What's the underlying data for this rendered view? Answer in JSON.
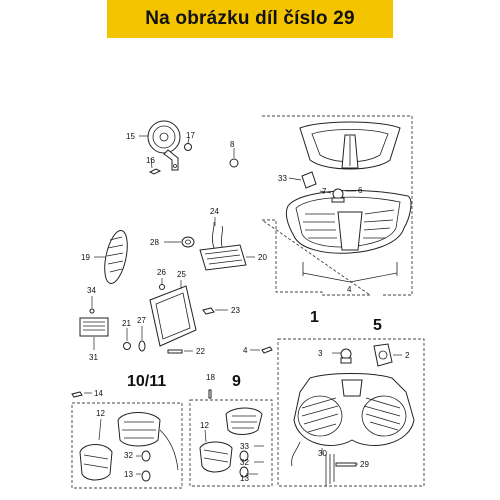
{
  "header": {
    "title": "Na obrázku díl číslo 29"
  },
  "groups": {
    "g1": "1",
    "g5": "5",
    "g9": "9",
    "g1011": "10/11"
  },
  "callouts": {
    "c2": "2",
    "c3": "3",
    "c4a": "4",
    "c4b": "4",
    "c6": "6",
    "c7": "7",
    "c8": "8",
    "c12a": "12",
    "c12b": "12",
    "c13a": "13",
    "c13b": "13",
    "c14": "14",
    "c15": "15",
    "c16": "16",
    "c17": "17",
    "c18": "18",
    "c19": "19",
    "c20": "20",
    "c21": "21",
    "c22": "22",
    "c23": "23",
    "c24": "24",
    "c25": "25",
    "c26": "26",
    "c27": "27",
    "c28": "28",
    "c29": "29",
    "c30": "30",
    "c31": "31",
    "c32a": "32",
    "c32b": "32",
    "c33a": "33",
    "c33b": "33",
    "c34": "34"
  }
}
